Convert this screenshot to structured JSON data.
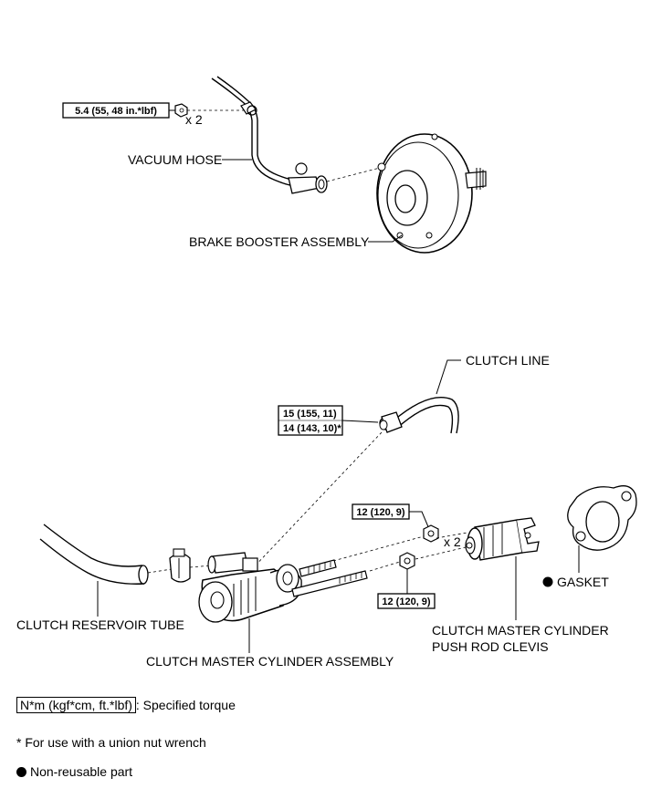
{
  "upper": {
    "torque_box": "5.4 (55, 48 in.*lbf)",
    "qty_nut": "x 2",
    "vacuum_hose": "VACUUM HOSE",
    "brake_booster": "BRAKE BOOSTER ASSEMBLY"
  },
  "lower": {
    "clutch_line": "CLUTCH LINE",
    "torque_line_1": "15 (155, 11)",
    "torque_line_2": "14 (143, 10)*",
    "torque_nut_top": "12 (120, 9)",
    "qty_nut": "x 2",
    "torque_nut_bottom": "12 (120, 9)",
    "gasket": "GASKET",
    "reservoir_tube": "CLUTCH RESERVOIR TUBE",
    "master_cylinder": "CLUTCH MASTER CYLINDER ASSEMBLY",
    "clevis_line_1": "CLUTCH MASTER CYLINDER",
    "clevis_line_2": "PUSH ROD CLEVIS"
  },
  "legend": {
    "torque_units": "N*m (kgf*cm, ft.*lbf)",
    "torque_desc": ": Specified torque",
    "union_note": "* For use with a union nut wrench",
    "non_reusable": "Non-reusable part"
  }
}
